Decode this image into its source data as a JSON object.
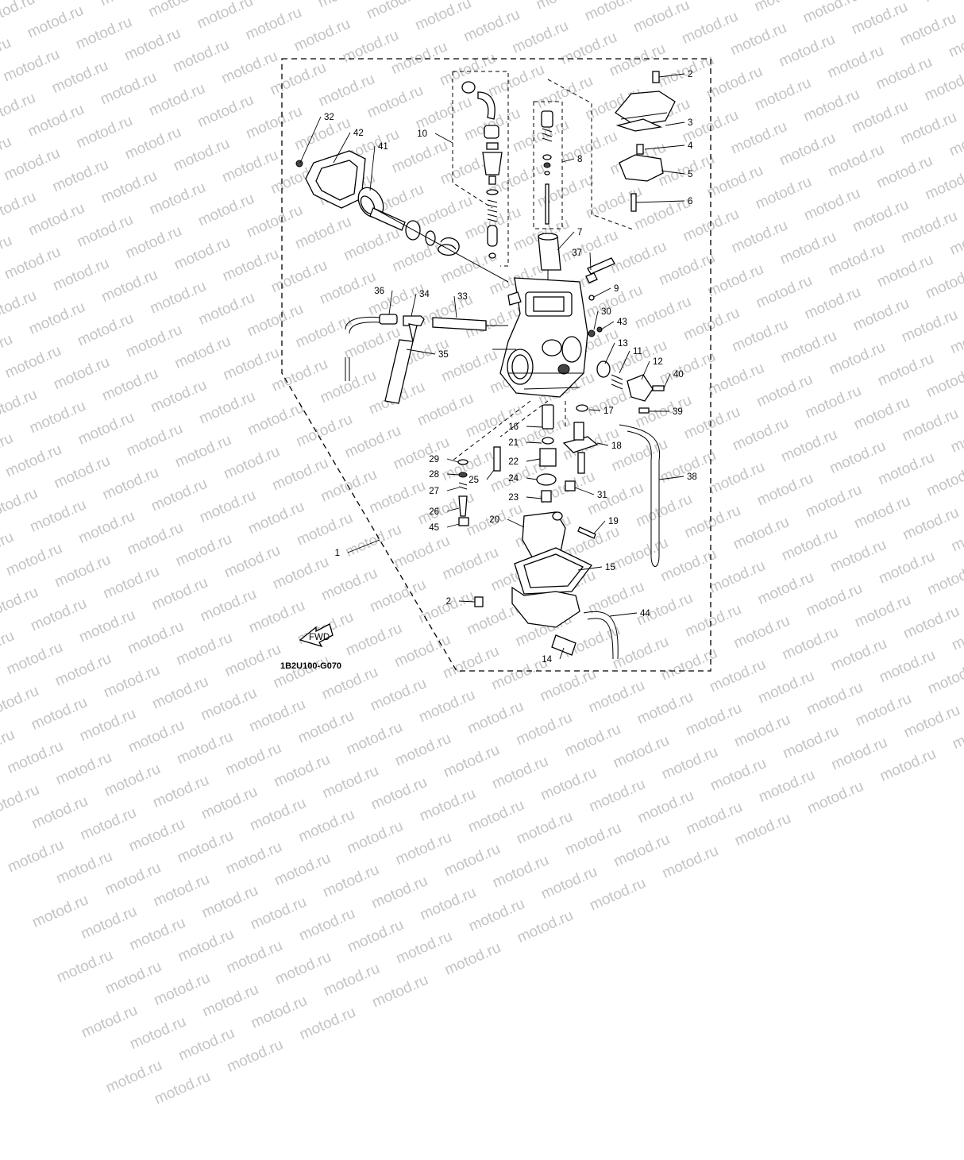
{
  "watermark": {
    "text": "motod.ru",
    "color": "#c4c4c4"
  },
  "diagram": {
    "drawing_code": "1B2U100-G070",
    "fwd_label": "FWD",
    "callouts": [
      "1",
      "2",
      "3",
      "4",
      "5",
      "6",
      "7",
      "8",
      "9",
      "10",
      "11",
      "12",
      "13",
      "14",
      "15",
      "16",
      "17",
      "18",
      "19",
      "20",
      "21",
      "22",
      "23",
      "24",
      "25",
      "26",
      "27",
      "28",
      "29",
      "30",
      "31",
      "32",
      "33",
      "34",
      "35",
      "36",
      "37",
      "38",
      "39",
      "40",
      "41",
      "42",
      "43",
      "44",
      "45",
      "2"
    ]
  }
}
